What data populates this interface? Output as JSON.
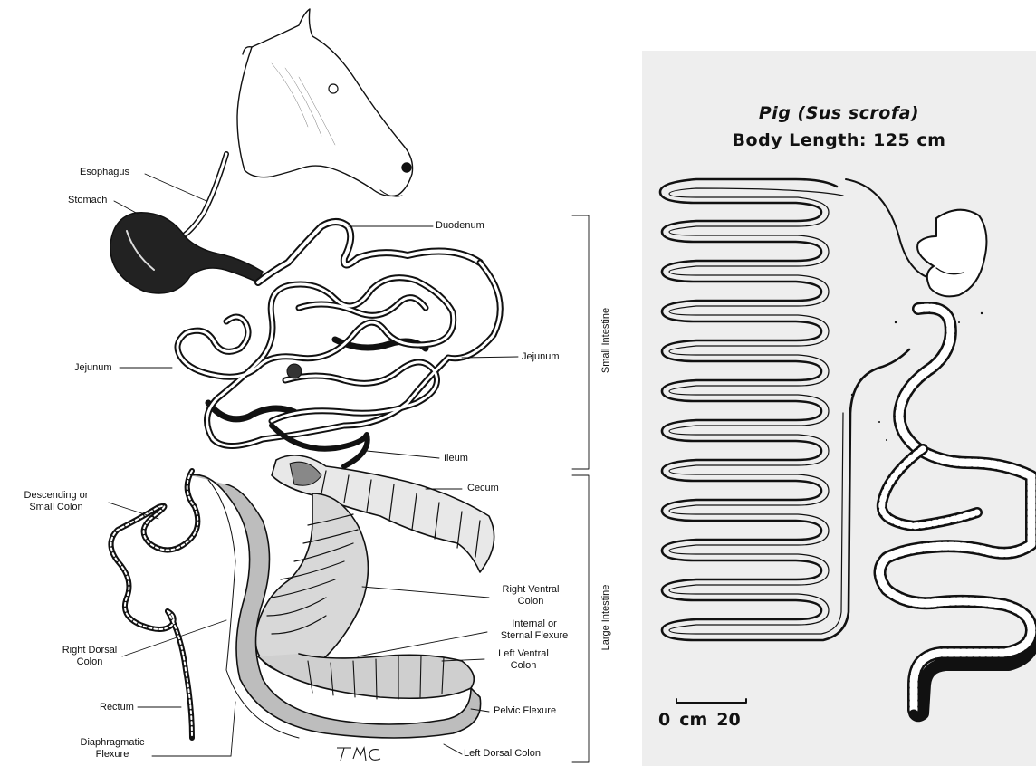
{
  "horse": {
    "labels": {
      "esophagus": "Esophagus",
      "stomach": "Stomach",
      "duodenum": "Duodenum",
      "jejunum_left": "Jejunum",
      "jejunum_right": "Jejunum",
      "ileum": "Ileum",
      "cecum": "Cecum",
      "descending_1": "Descending or",
      "descending_2": "Small Colon",
      "right_ventral_1": "Right Ventral",
      "right_ventral_2": "Colon",
      "internal_1": "Internal or",
      "internal_2": "Sternal Flexure",
      "left_ventral_1": "Left Ventral",
      "left_ventral_2": "Colon",
      "right_dorsal_1": "Right Dorsal",
      "right_dorsal_2": "Colon",
      "rectum": "Rectum",
      "pelvic_flexure": "Pelvic Flexure",
      "diaphragmatic_1": "Diaphragmatic",
      "diaphragmatic_2": "Flexure",
      "left_dorsal": "Left Dorsal Colon"
    },
    "section_labels": {
      "small": "Small Intestine",
      "large": "Large Intestine"
    },
    "signature": "TMC"
  },
  "pig": {
    "title_line1": "Pig (Sus scrofa)",
    "title_line2": "Body Length: 125 cm",
    "scale": {
      "zero": "0",
      "unit": "cm",
      "value": "20"
    }
  }
}
